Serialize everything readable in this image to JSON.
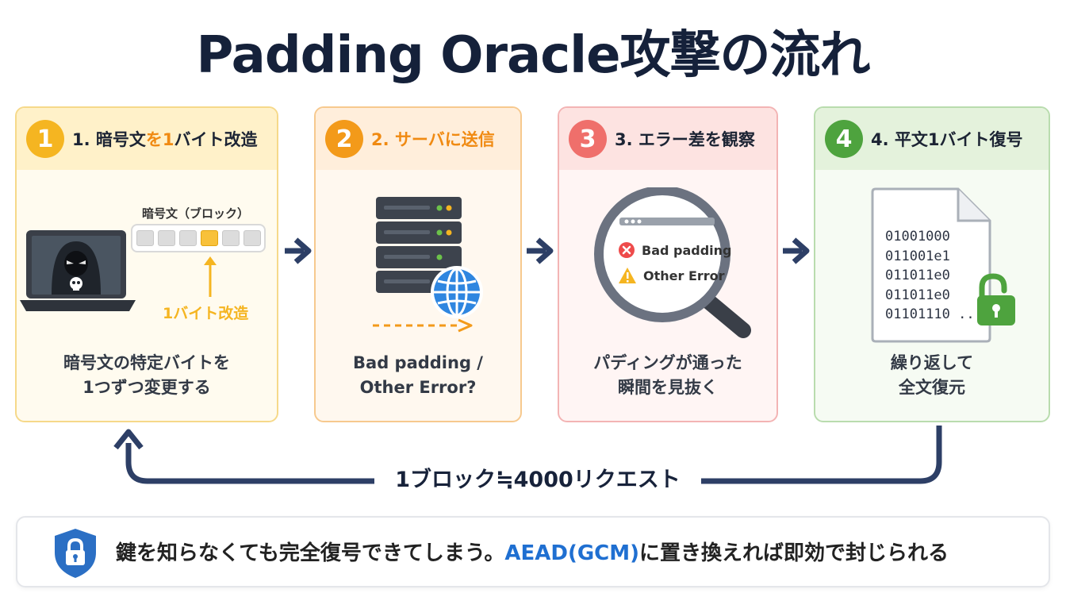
{
  "title": "Padding Oracle攻撃の流れ",
  "steps": [
    {
      "number": "1",
      "title_prefix": "1. 暗号文",
      "title_highlight": "を1",
      "title_suffix": "バイト改造",
      "block_label": "暗号文（ブロック）",
      "modify_label": "1バイト改造",
      "caption_line1": "暗号文の特定バイトを",
      "caption_line2": "1つずつ変更する"
    },
    {
      "number": "2",
      "title": "2. サーバに送信",
      "caption_line1": "Bad padding /",
      "caption_line2": "Other Error?"
    },
    {
      "number": "3",
      "title": "3. エラー差を観察",
      "error_bad": "Bad padding",
      "error_other": "Other Error",
      "caption_line1": "パディングが通った",
      "caption_line2": "瞬間を見抜く"
    },
    {
      "number": "4",
      "title": "4. 平文1バイト復号",
      "binary": [
        "01001000",
        "011001e1",
        "011011e0",
        "011011e0",
        "01101110 ..."
      ],
      "caption_line1": "繰り返して",
      "caption_line2": "全文復元"
    }
  ],
  "loop_label": "1ブロック≒4000リクエスト",
  "banner": {
    "text_before": "鍵を知らなくても完全復号できてしまう。",
    "text_accent": "AEAD(GCM)",
    "text_after": "に置き換えれば即効で封じられる"
  },
  "colors": {
    "navy": "#2d3f66",
    "step1": "#f5b521",
    "step2": "#f39a1a",
    "step3": "#ef6f6b",
    "step4": "#4ea33e",
    "accent_blue": "#1f6fd1"
  }
}
